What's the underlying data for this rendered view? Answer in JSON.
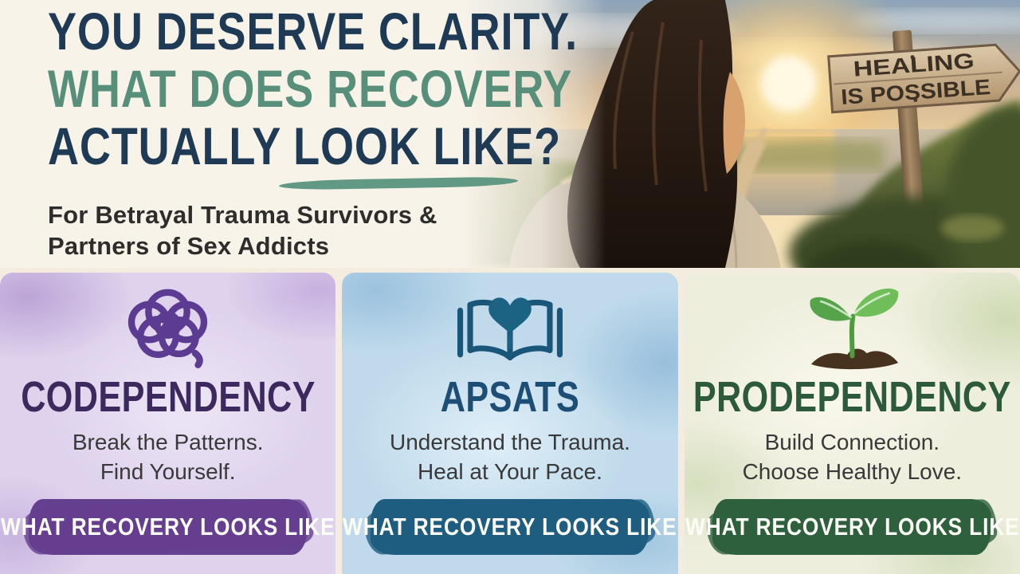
{
  "header": {
    "title_line1": "YOU DESERVE CLARITY.",
    "title_line2": "WHAT DOES RECOVERY",
    "title_line3": "ACTUALLY LOOK LIKE?",
    "subtitle_line1": "For Betrayal Trauma Survivors &",
    "subtitle_line2": "Partners of Sex Addicts",
    "title_color_primary": "#1e3a55",
    "title_color_accent": "#588f7a",
    "underline_color": "#55917c",
    "background_color": "#f8f3e9"
  },
  "photo": {
    "sign_line1": "HEALING",
    "sign_line2": "IS POSSIBLE",
    "scene": "woman with long dark hair watching sunset over a coastal path, wooden arrow signpost"
  },
  "cards": [
    {
      "title": "CODEPENDENCY",
      "subtitle_line1": "Break the Patterns.",
      "subtitle_line2": "Find Yourself.",
      "button_label": "WHAT RECOVERY LOOKS LIKE",
      "icon": "tangled-knot-icon",
      "title_color": "#3c2a5e",
      "button_color": "#653f90",
      "background_color": "#ded2ec"
    },
    {
      "title": "APSATS",
      "subtitle_line1": "Understand the Trauma.",
      "subtitle_line2": "Heal at Your Pace.",
      "button_label": "WHAT RECOVERY LOOKS LIKE",
      "icon": "open-book-heart-icon",
      "title_color": "#1d4f76",
      "button_color": "#1e5c80",
      "background_color": "#c0daeb"
    },
    {
      "title": "PRODEPENDENCY",
      "subtitle_line1": "Build Connection.",
      "subtitle_line2": "Choose Healthy Love.",
      "button_label": "WHAT RECOVERY LOOKS LIKE",
      "icon": "seedling-icon",
      "title_color": "#2d5a3a",
      "button_color": "#2f603e",
      "background_color": "#eeeedd"
    }
  ]
}
